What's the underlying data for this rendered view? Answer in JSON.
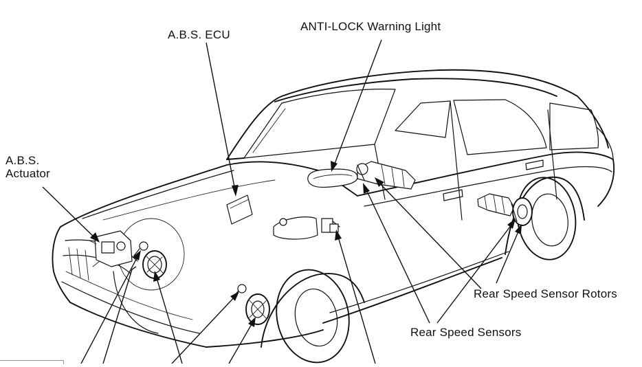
{
  "labels": {
    "abs_ecu": "A.B.S. ECU",
    "antilock_light": "ANTI-LOCK Warning Light",
    "abs_actuator_line1": "A.B.S.",
    "abs_actuator_line2": "Actuator",
    "rear_speed_sensor_rotors": "Rear Speed Sensor Rotors",
    "rear_speed_sensors": "Rear Speed Sensors"
  }
}
